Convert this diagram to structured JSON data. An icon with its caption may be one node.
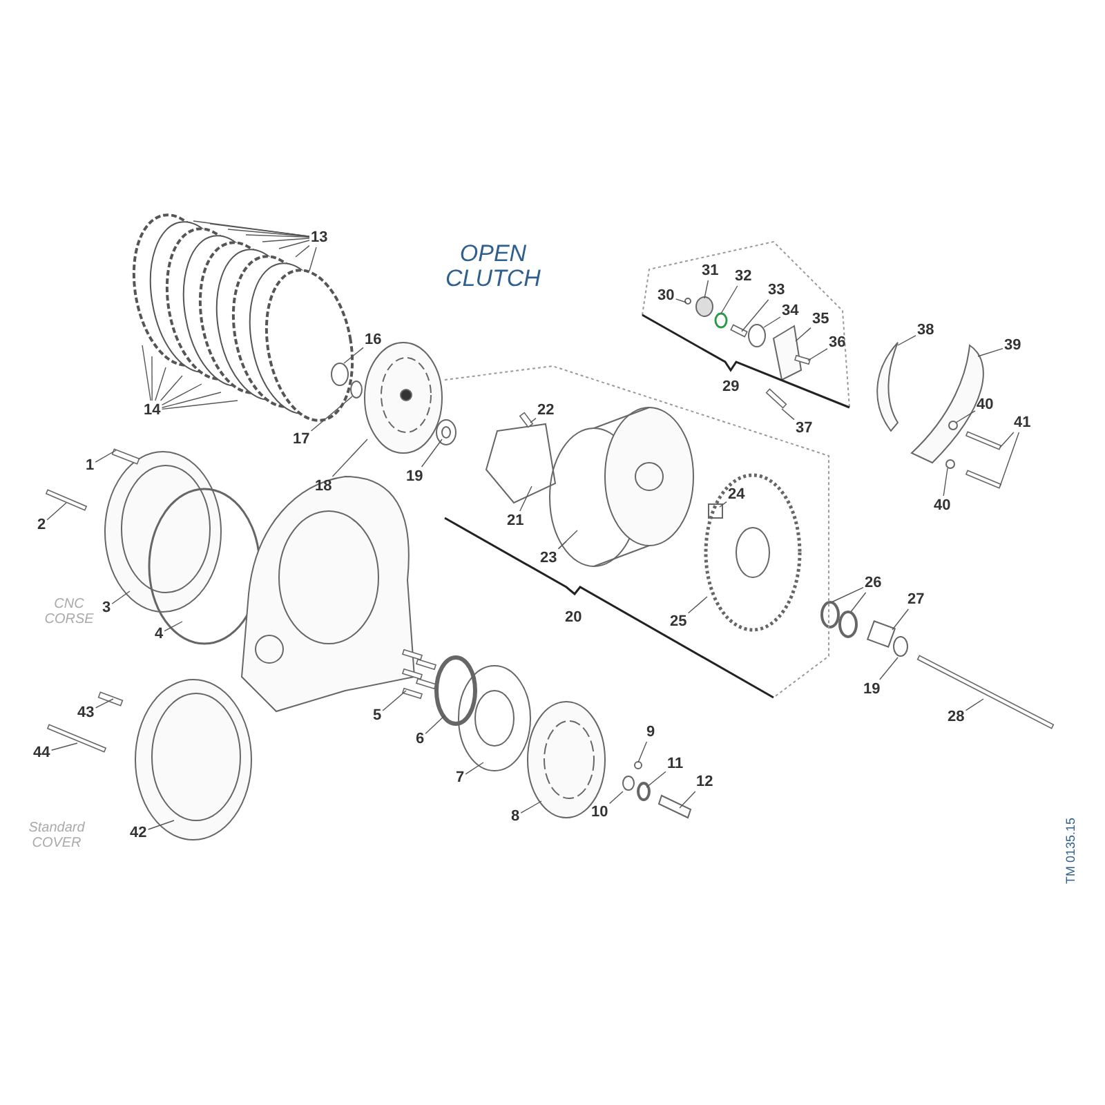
{
  "diagram": {
    "nodes": [
      {
        "text": [
          "1"
        ]
      },
      {
        "text": [
          "2"
        ]
      },
      {
        "text": [
          "3"
        ]
      },
      {
        "text": [
          "4"
        ]
      },
      {
        "text": [
          "5"
        ]
      },
      {
        "text": [
          "6"
        ]
      },
      {
        "text": [
          "7"
        ]
      },
      {
        "text": [
          "8"
        ]
      },
      {
        "text": [
          "9"
        ]
      },
      {
        "text": [
          "10"
        ]
      },
      {
        "text": [
          "11"
        ]
      },
      {
        "text": [
          "12"
        ]
      },
      {
        "text": [
          "13"
        ]
      },
      {
        "text": [
          "14"
        ]
      },
      {
        "text": [
          "16"
        ]
      },
      {
        "text": [
          "17"
        ]
      },
      {
        "text": [
          "18"
        ]
      },
      {
        "text": [
          "19"
        ]
      },
      {
        "text": [
          "20"
        ]
      },
      {
        "text": [
          "21"
        ]
      },
      {
        "text": [
          "22"
        ]
      },
      {
        "text": [
          "23"
        ]
      },
      {
        "text": [
          "24"
        ]
      },
      {
        "text": [
          "25"
        ]
      },
      {
        "text": [
          "26"
        ]
      },
      {
        "text": [
          "27"
        ]
      },
      {
        "text": [
          "28"
        ]
      },
      {
        "text": [
          "19"
        ]
      },
      {
        "text": [
          "29"
        ]
      },
      {
        "text": [
          "30"
        ]
      },
      {
        "text": [
          "31"
        ]
      },
      {
        "text": [
          "32"
        ]
      },
      {
        "text": [
          "33"
        ]
      },
      {
        "text": [
          "34"
        ]
      },
      {
        "text": [
          "35"
        ]
      },
      {
        "text": [
          "36"
        ]
      },
      {
        "text": [
          "37"
        ]
      },
      {
        "text": [
          "38"
        ]
      },
      {
        "text": [
          "39"
        ]
      },
      {
        "text": [
          "40"
        ]
      },
      {
        "text": [
          "41"
        ]
      },
      {
        "text": [
          "40"
        ]
      },
      {
        "text": [
          "42"
        ]
      },
      {
        "text": [
          "43"
        ]
      },
      {
        "text": [
          "44"
        ]
      }
    ],
    "edges": [
      {
        "from": 0,
        "to": null,
        "arrow": "none"
      },
      {
        "from": 1,
        "to": null,
        "arrow": "none"
      },
      {
        "from": 2,
        "to": null,
        "arrow": "none"
      },
      {
        "from": 3,
        "to": null,
        "arrow": "none"
      },
      {
        "from": 4,
        "to": null,
        "arrow": "none"
      },
      {
        "from": 5,
        "to": null,
        "arrow": "none"
      },
      {
        "from": 6,
        "to": null,
        "arrow": "none"
      },
      {
        "from": 7,
        "to": null,
        "arrow": "none"
      },
      {
        "from": 8,
        "to": null,
        "arrow": "none"
      },
      {
        "from": 9,
        "to": null,
        "arrow": "none"
      },
      {
        "from": 10,
        "to": null,
        "arrow": "none"
      },
      {
        "from": 11,
        "to": null,
        "arrow": "none"
      },
      {
        "from": 12,
        "to": null,
        "arrow": "none"
      },
      {
        "from": 12,
        "to": null,
        "arrow": "none"
      },
      {
        "from": 12,
        "to": null,
        "arrow": "none"
      },
      {
        "from": 12,
        "to": null,
        "arrow": "none"
      },
      {
        "from": 12,
        "to": null,
        "arrow": "none"
      },
      {
        "from": 12,
        "to": null,
        "arrow": "none"
      },
      {
        "from": 12,
        "to": null,
        "arrow": "none"
      },
      {
        "from": 12,
        "to": null,
        "arrow": "none"
      },
      {
        "from": 13,
        "to": null,
        "arrow": "none"
      },
      {
        "from": 13,
        "to": null,
        "arrow": "none"
      },
      {
        "from": 13,
        "to": null,
        "arrow": "none"
      },
      {
        "from": 13,
        "to": null,
        "arrow": "none"
      },
      {
        "from": 13,
        "to": null,
        "arrow": "none"
      },
      {
        "from": 13,
        "to": null,
        "arrow": "none"
      },
      {
        "from": 13,
        "to": null,
        "arrow": "none"
      },
      {
        "from": 14,
        "to": null,
        "arrow": "none"
      },
      {
        "from": 15,
        "to": null,
        "arrow": "none"
      },
      {
        "from": 16,
        "to": null,
        "arrow": "none"
      },
      {
        "from": 17,
        "to": null,
        "arrow": "none"
      },
      {
        "from": 19,
        "to": null,
        "arrow": "none"
      },
      {
        "from": 20,
        "to": null,
        "arrow": "none"
      },
      {
        "from": 21,
        "to": null,
        "arrow": "none"
      },
      {
        "from": 21,
        "to": null,
        "arrow": "none"
      },
      {
        "from": 22,
        "to": null,
        "arrow": "none"
      },
      {
        "from": 23,
        "to": null,
        "arrow": "none"
      },
      {
        "from": 24,
        "to": null,
        "arrow": "none"
      },
      {
        "from": 24,
        "to": null,
        "arrow": "none"
      },
      {
        "from": 25,
        "to": null,
        "arrow": "none"
      },
      {
        "from": 26,
        "to": null,
        "arrow": "none"
      },
      {
        "from": 27,
        "to": null,
        "arrow": "none"
      },
      {
        "from": 29,
        "to": null,
        "arrow": "none"
      },
      {
        "from": 30,
        "to": null,
        "arrow": "none"
      },
      {
        "from": 31,
        "to": null,
        "arrow": "none"
      },
      {
        "from": 32,
        "to": null,
        "arrow": "none"
      },
      {
        "from": 33,
        "to": null,
        "arrow": "none"
      },
      {
        "from": 34,
        "to": null,
        "arrow": "none"
      },
      {
        "from": 35,
        "to": null,
        "arrow": "none"
      },
      {
        "from": 36,
        "to": null,
        "arrow": "none"
      },
      {
        "from": 37,
        "to": null,
        "arrow": "none"
      },
      {
        "from": 38,
        "to": null,
        "arrow": "none"
      },
      {
        "from": 39,
        "to": null,
        "arrow": "none"
      },
      {
        "from": 40,
        "to": null,
        "arrow": "none"
      },
      {
        "from": 40,
        "to": null,
        "arrow": "none"
      },
      {
        "from": 41,
        "to": null,
        "arrow": "none"
      },
      {
        "from": 42,
        "to": null,
        "arrow": "none"
      },
      {
        "from": 43,
        "to": null,
        "arrow": "none"
      },
      {
        "from": 44,
        "to": null,
        "arrow": "none"
      }
    ],
    "labels": [
      "OPEN CLUTCH",
      "CNC CORSE",
      "Standard COVER",
      "TM 0135.15"
    ]
  }
}
